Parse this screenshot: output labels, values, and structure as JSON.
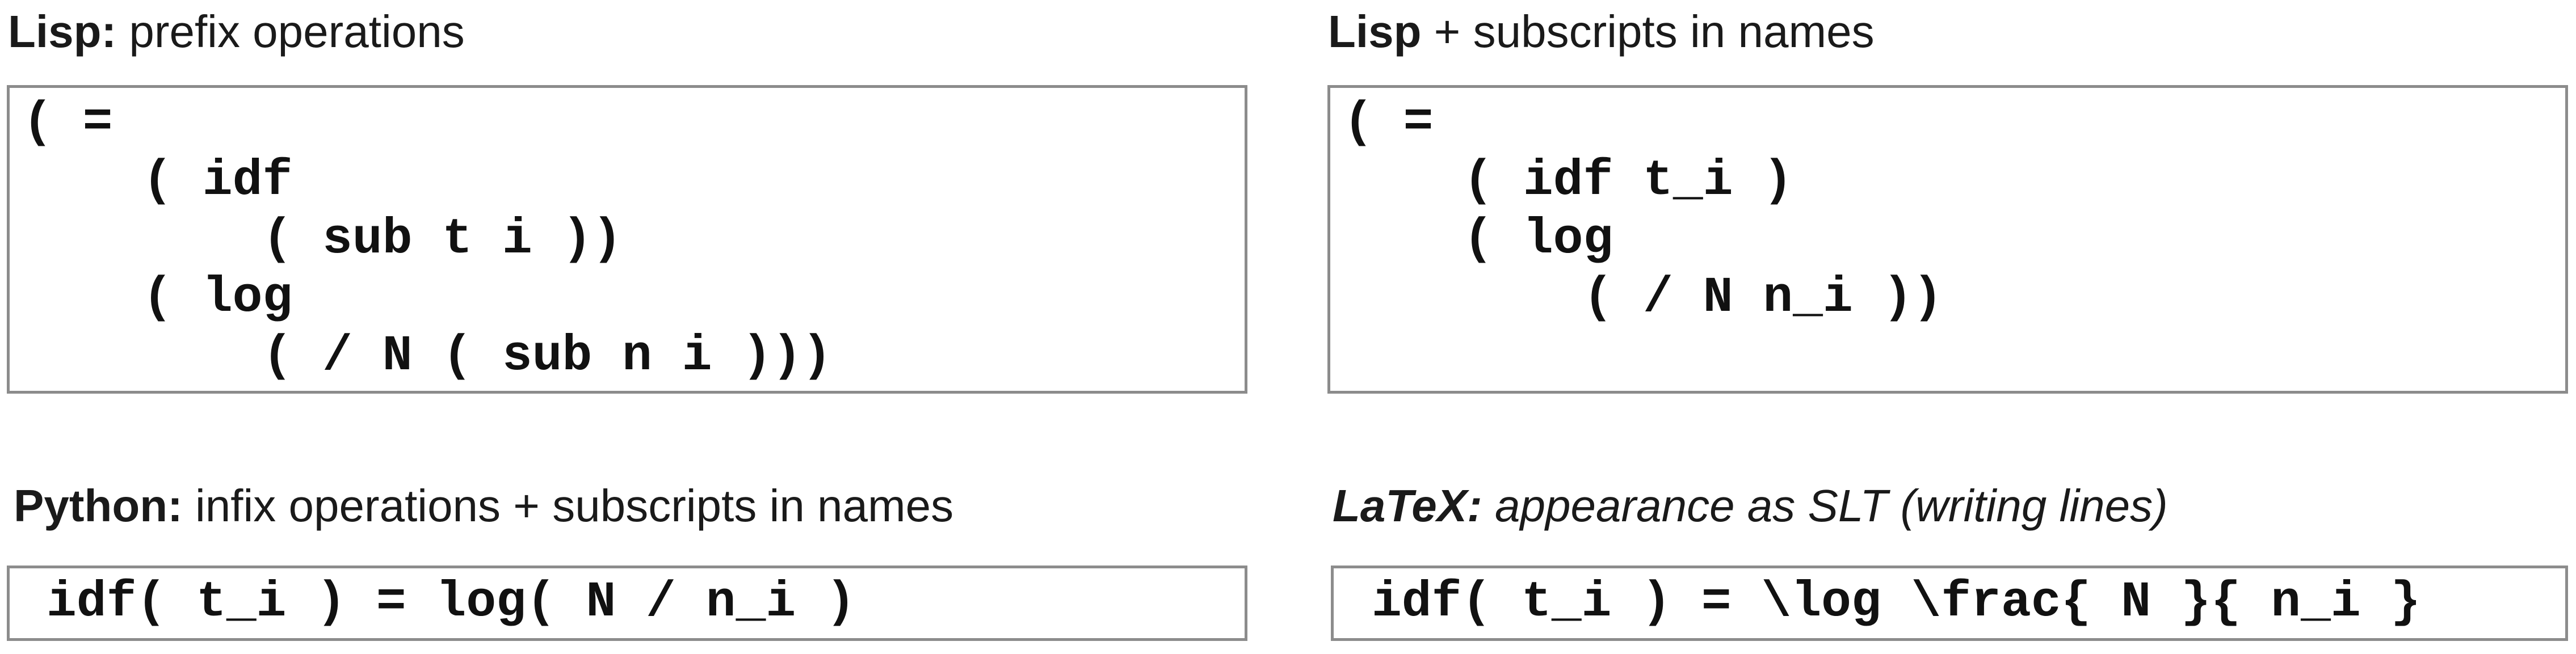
{
  "panels": {
    "lisp": {
      "title_bold": "Lisp:",
      "title_rest": " prefix operations",
      "lines": [
        "( =",
        "    ( idf",
        "        ( sub t i ))",
        "    ( log",
        "        ( / N ( sub n i )))"
      ]
    },
    "lisp_subscripts": {
      "title_bold": "Lisp",
      "title_rest": " + subscripts in names",
      "lines": [
        "( =",
        "    ( idf t_i )",
        "    ( log",
        "        ( / N n_i ))"
      ]
    },
    "python": {
      "title_bold": "Python:",
      "title_rest": " infix operations  + subscripts in names",
      "lines": [
        "idf( t_i ) = log( N / n_i )"
      ]
    },
    "latex": {
      "title_bold": "LaTeX:",
      "title_rest": " appearance as SLT (writing lines)",
      "lines": [
        "idf( t_i ) = \\log \\frac{ N }{ n_i }"
      ]
    }
  }
}
